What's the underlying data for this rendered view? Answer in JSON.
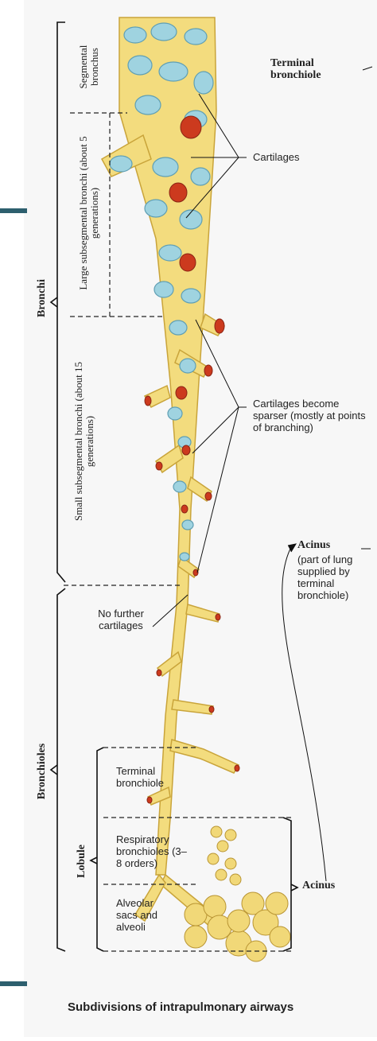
{
  "colors": {
    "airway_fill": "#f3dc7e",
    "airway_edge": "#c9a43a",
    "cartilage_fill": "#9fd3e0",
    "cartilage_edge": "#5f9fb4",
    "lumen_fill": "#cc3a1e",
    "slide_accent": "#2d5f6e",
    "page_bg": "#f7f7f7"
  },
  "labels": {
    "terminal_bronchiole_top": "Terminal bronchiole",
    "cartilages": "Cartilages",
    "cartilages_sparser": "Cartilages become sparser (mostly at points of branching)",
    "acinus_title": "Acinus",
    "acinus_desc": "(part of lung supplied by terminal bronchiole)",
    "no_further_cartilages": "No further cartilages",
    "terminal_bronchiole_lobule": "Terminal bronchiole",
    "respiratory_bronchioles": "Respiratory bronchioles (3–8 orders)",
    "alveolar_sacs": "Alveolar sacs and alveoli",
    "acinus_bottom": "Acinus",
    "caption": "Subdivisions of intrapulmonary airways"
  },
  "vertical_labels": {
    "segmental_bronchus": "Segmental bronchus",
    "large_subsegmental": "Large subsegmental bronchi (about 5 generations)",
    "small_subsegmental": "Small subsegmental bronchi (about 15 generations)",
    "bronchi": "Bronchi",
    "bronchioles": "Bronchioles",
    "lobule": "Lobule"
  }
}
